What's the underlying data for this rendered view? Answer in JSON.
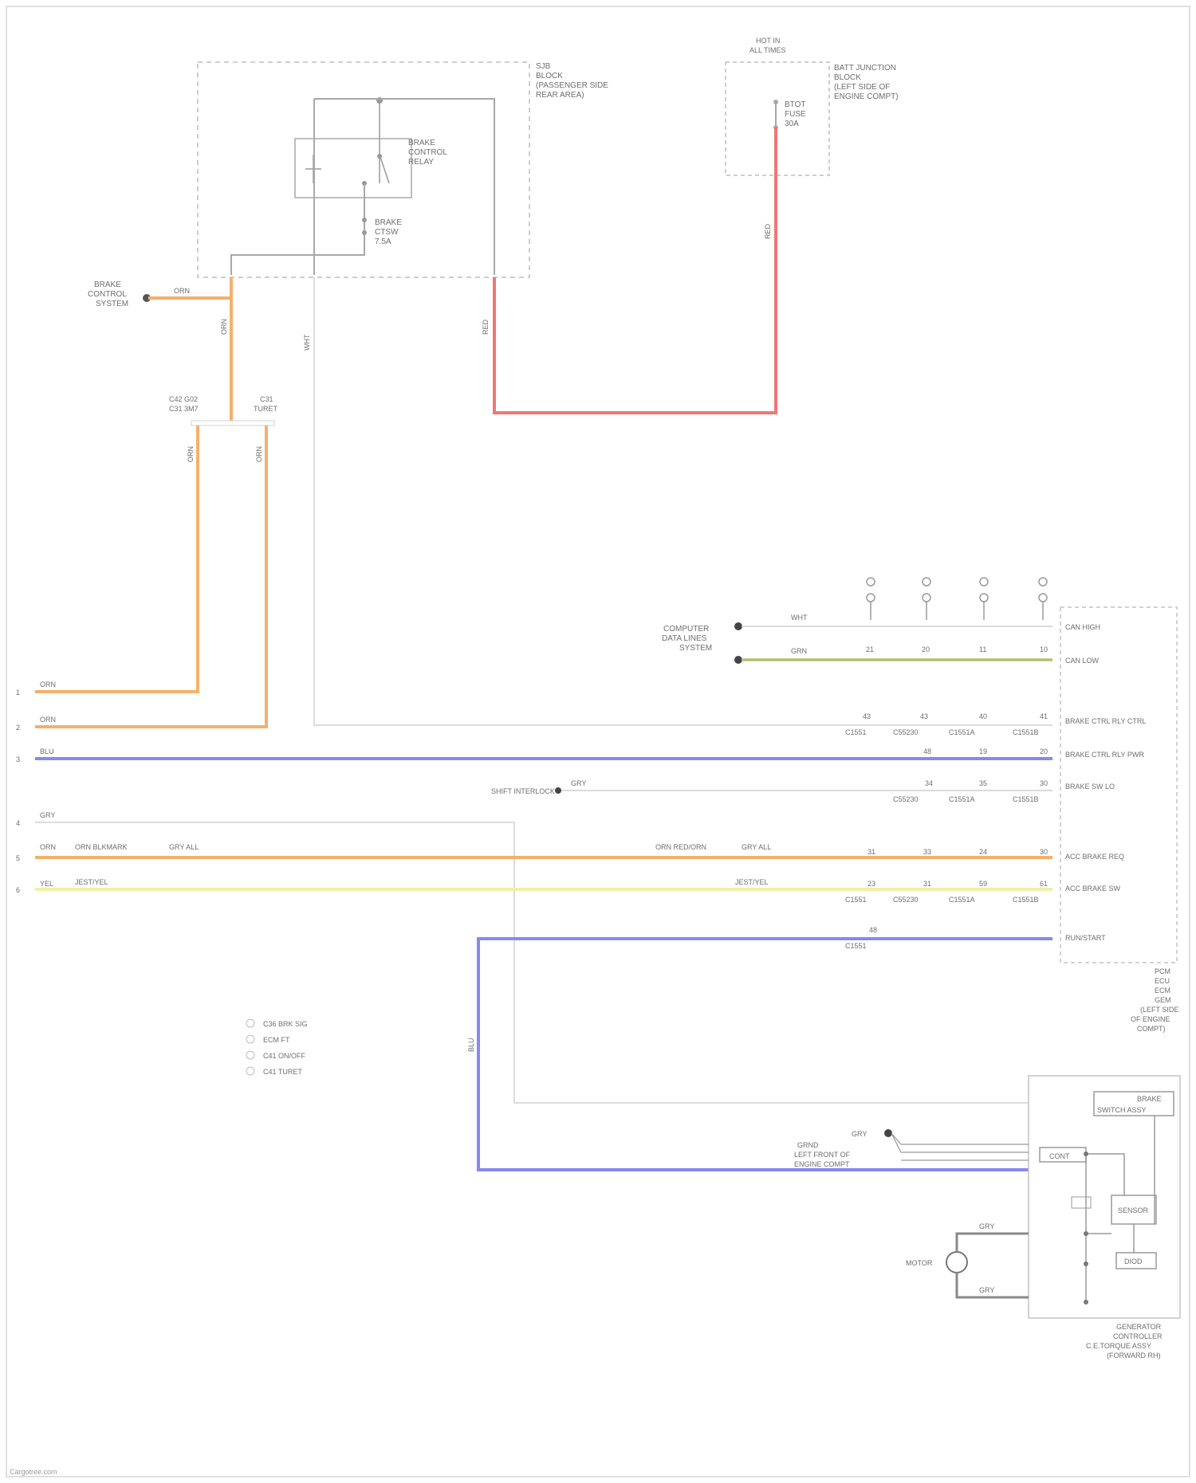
{
  "diagram": {
    "watermark": "Cargotree.com",
    "colors": {
      "wire_orange": "#f5b06a",
      "wire_red": "#f07676",
      "wire_blue": "#8888ee",
      "wire_green": "#b2be72",
      "wire_yellow": "#f2f0a2",
      "wire_gray": "#d2d2d2",
      "wire_dark": "#8a8a8a",
      "box_line": "#bdbdbd"
    },
    "labels": {
      "relay_box": [
        "SJB",
        "BLOCK",
        "(PASSENGER SIDE",
        "REAR AREA)"
      ],
      "relay": [
        "BRAKE",
        "CONTROL",
        "RELAY"
      ],
      "relay_fuse": [
        "BRAKE",
        "CTSW",
        "7.5A"
      ],
      "fuse_box_top": [
        "HOT IN",
        "ALL TIMES"
      ],
      "fuse_box": [
        "BATT JUNCTION",
        "BLOCK",
        "(LEFT SIDE OF",
        "ENGINE COMPT)"
      ],
      "fuse": [
        "BTOT",
        "FUSE",
        "30A"
      ],
      "ground_left": [
        "BRAKE",
        "CONTROL",
        "SYSTEM"
      ],
      "connector_pair": [
        "C42 G02",
        "C31 3M7",
        "C31",
        "TURET"
      ],
      "can_system": [
        "COMPUTER",
        "DATA LINES",
        "SYSTEM"
      ],
      "starter_ref": "SHIFT INTERLOCK",
      "bottom_ground": [
        "GRND",
        "LEFT FRONT OF",
        "ENGINE COMPT"
      ],
      "ecm_pins": [
        "CAN HIGH",
        "CAN LOW",
        "BRAKE CTRL RLY CTRL",
        "BRAKE CTRL RLY PWR",
        "BRAKE SW LO",
        "ACC BRAKE REQ",
        "ACC BRAKE SW",
        "RUN/START"
      ],
      "ecm_name": [
        "PCM",
        "ECU",
        "ECM",
        "GEM",
        "(LEFT SIDE",
        "OF ENGINE",
        "COMPT)"
      ],
      "controller_name": [
        "GENERATOR",
        "CONTROLLER",
        "C.E.TORQUE ASSY",
        "(FORWARD RH)"
      ],
      "controller_parts": [
        "BRAKE",
        "SWITCH ASSY",
        "CONT",
        "SENSOR",
        "DIOD"
      ],
      "motor": "MOTOR",
      "legend": [
        "C36 BRK SIG",
        "ECM FT",
        "C41 ON/OFF",
        "C41 TURET"
      ],
      "wire_colors": {
        "orange": "ORN",
        "red": "RED",
        "blue": "BLU",
        "gray": "GRY",
        "green": "GRN",
        "yellow": "YEL",
        "white": "WHT"
      },
      "row_labels": [
        "ORN",
        "ORN",
        "BLU",
        "GRY",
        "ORN",
        "YEL"
      ],
      "row_mid_labels": [
        "ORN BLKMARK",
        "GRY ALL",
        "ORN RED/ORN",
        "GRY ALL",
        "JEST/YEL",
        "JEST/YEL"
      ]
    }
  }
}
